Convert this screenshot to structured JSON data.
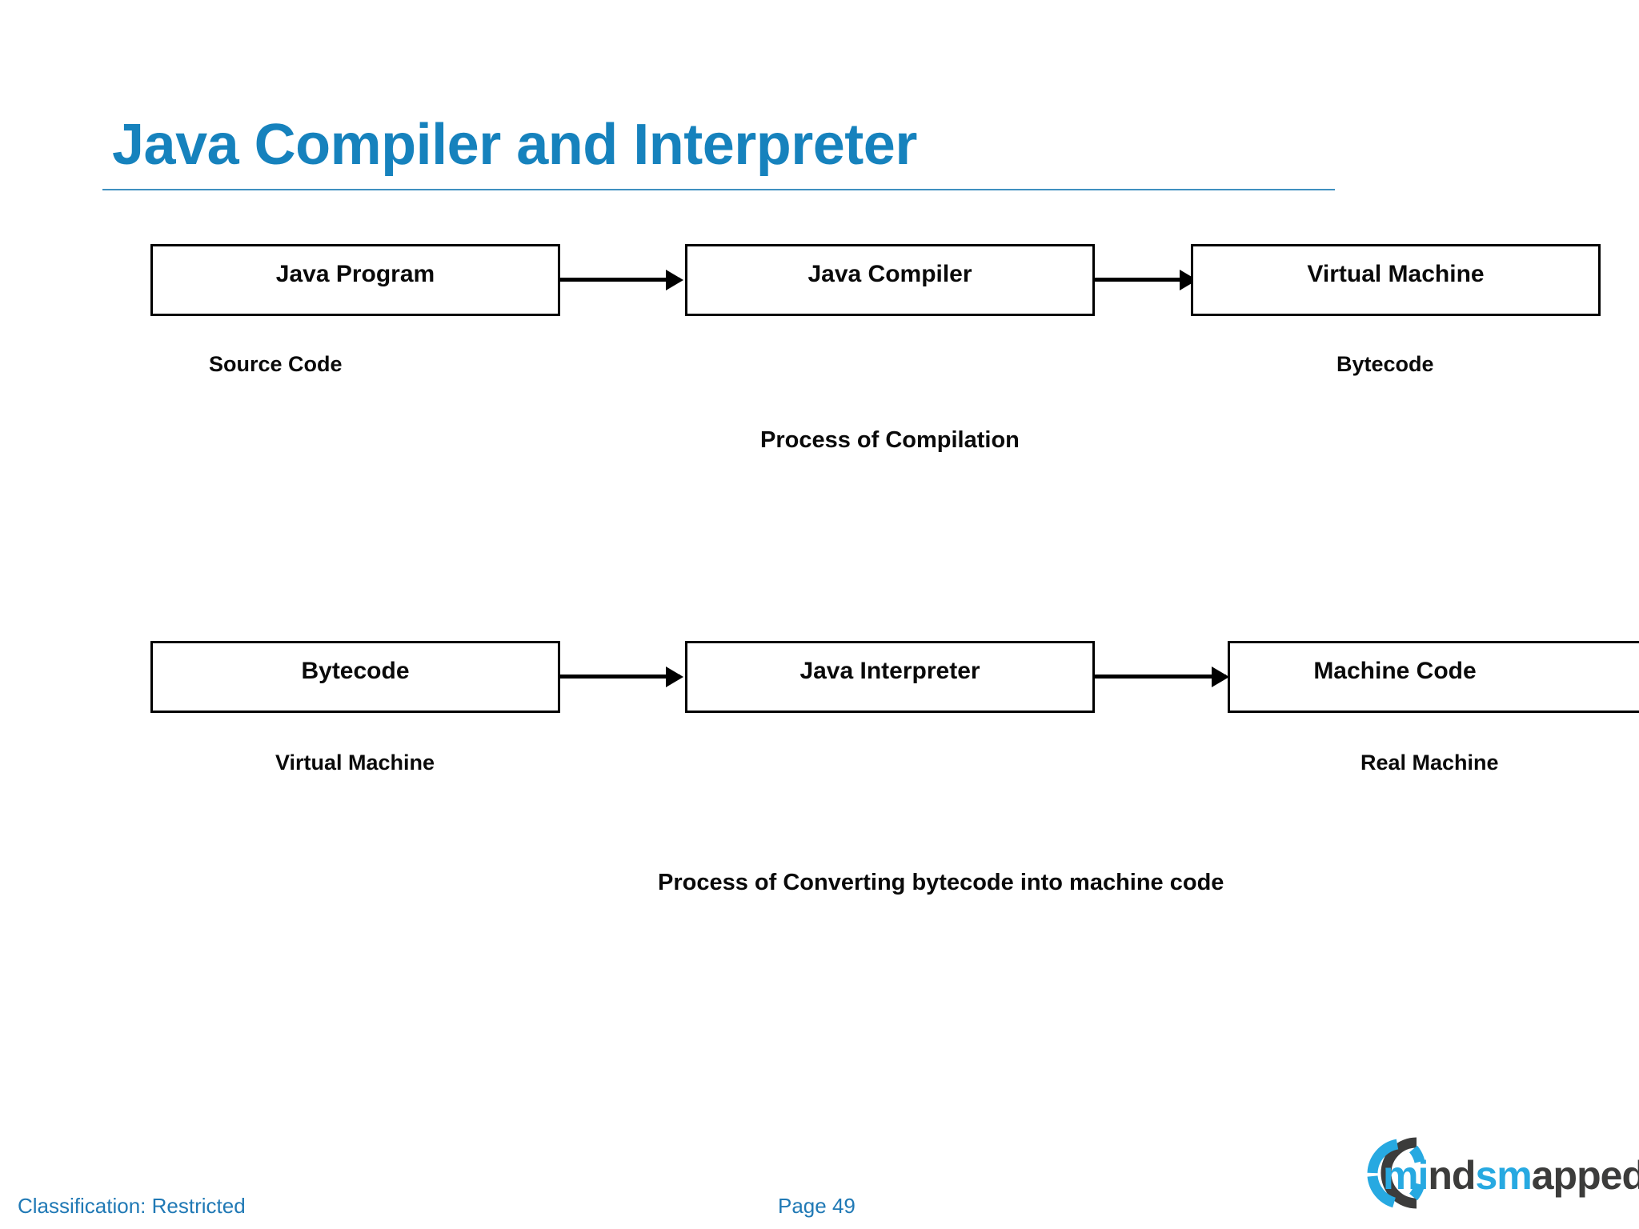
{
  "slide": {
    "title": "Java Compiler and Interpreter",
    "title_color": "#1682bd",
    "rule_color": "#3f90c0"
  },
  "diagram": {
    "row1": {
      "boxes": [
        {
          "label": "Java Program"
        },
        {
          "label": "Java Compiler"
        },
        {
          "label": "Virtual Machine"
        }
      ],
      "sub_labels": [
        {
          "text": "Source Code"
        },
        {
          "text": "Bytecode"
        }
      ],
      "caption": "Process of Compilation"
    },
    "row2": {
      "boxes": [
        {
          "label": "Bytecode"
        },
        {
          "label": "Java Interpreter"
        },
        {
          "label": "Machine Code"
        }
      ],
      "sub_labels": [
        {
          "text": "Virtual Machine"
        },
        {
          "text": "Real Machine"
        }
      ],
      "caption": "Process of Converting bytecode into machine code"
    }
  },
  "footer": {
    "classification": "Classification: Restricted",
    "page": "Page 49",
    "color": "#2079b5"
  },
  "logo": {
    "text_part1": "minds",
    "text_part2": "mapped",
    "accent_color": "#27a9e1",
    "dark_color": "#3c3c3b"
  }
}
